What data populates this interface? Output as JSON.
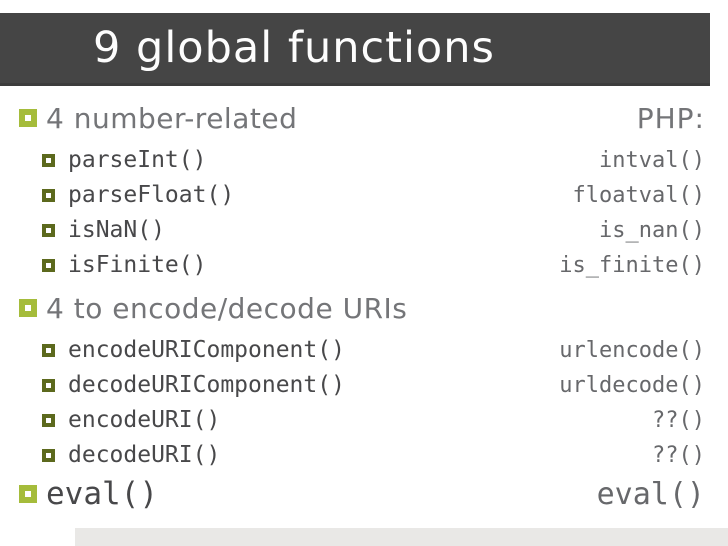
{
  "slide": {
    "title": "9 global functions",
    "php_column_label": "PHP:",
    "sections": [
      {
        "heading": "4 number-related",
        "items": [
          {
            "js": "parseInt()",
            "php": "intval()"
          },
          {
            "js": "parseFloat()",
            "php": "floatval()"
          },
          {
            "js": "isNaN()",
            "php": "is_nan()"
          },
          {
            "js": "isFinite()",
            "php": "is_finite()"
          }
        ]
      },
      {
        "heading": "4 to encode/decode URIs",
        "items": [
          {
            "js": "encodeURIComponent()",
            "php": "urlencode()"
          },
          {
            "js": "decodeURIComponent()",
            "php": "urldecode()"
          },
          {
            "js": "encodeURI()",
            "php": "??()"
          },
          {
            "js": "decodeURI()",
            "php": "??()"
          }
        ]
      }
    ],
    "eval_row": {
      "js": "eval()",
      "php": "eval()"
    },
    "colors": {
      "title_bar": "#454545",
      "title_text": "#fdfdfd",
      "heading_text": "#747578",
      "js_code_text": "#48484a",
      "php_code_text": "#67686b",
      "bullet_level1_green": "#a5bc3b",
      "bullet_level2_olive": "#5c691d",
      "footer_strip": "#e9e8e6"
    }
  }
}
